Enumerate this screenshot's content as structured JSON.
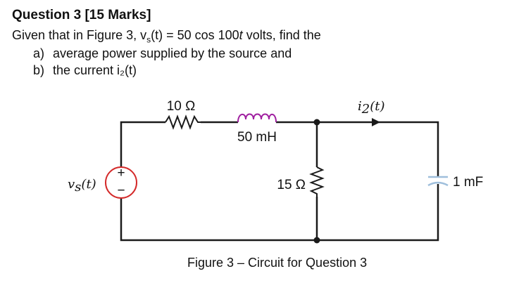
{
  "question": {
    "title": "Question 3 [15 Marks]",
    "prompt_prefix": "Given that in Figure 3, v",
    "prompt_sub": "s",
    "prompt_middle": "(t) = 50 cos 100",
    "prompt_t": "t",
    "prompt_suffix": " volts, find the",
    "parts": [
      {
        "letter": "a)",
        "text": "average power supplied by the source and"
      },
      {
        "letter": "b)",
        "text": "the current i₂(t)"
      }
    ]
  },
  "circuit": {
    "resistor1_label": "10 Ω",
    "inductor_label": "50 mH",
    "resistor2_label": "15 Ω",
    "capacitor_label": "1 mF",
    "source_label": "v",
    "source_sub": "s",
    "source_arg": "(t)",
    "current_label": "i",
    "current_sub": "2",
    "current_arg": "(t)",
    "source_plus": "+",
    "source_minus": "−",
    "colors": {
      "wire": "#1a1a1a",
      "resistor_zigzag": "#1a1a1a",
      "inductor_coil": "#a020a0",
      "resistor2_zigzag": "#1a1a1a",
      "capacitor": "#9fbfdc",
      "source_circle": "#d42a2a"
    }
  },
  "figure": {
    "caption": "Figure 3 – Circuit for Question 3"
  }
}
